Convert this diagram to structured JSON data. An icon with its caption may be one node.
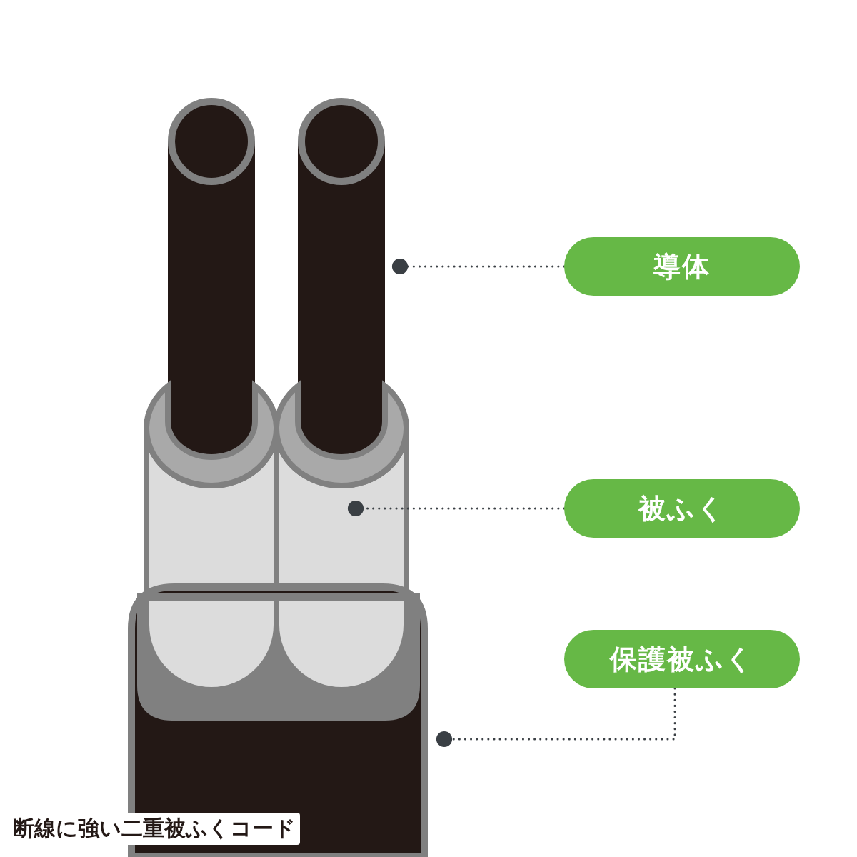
{
  "diagram": {
    "caption": "断線に強い二重被ふくコード",
    "nodes": [
      {
        "text": [
          "導体"
        ]
      },
      {
        "text": [
          "被ふく"
        ]
      },
      {
        "text": [
          "保護被ふく"
        ]
      },
      {
        "text": [],
        "shape": "picture"
      },
      {
        "text": [],
        "shape": "picture"
      },
      {
        "text": [],
        "shape": "picture"
      }
    ],
    "edges": [
      {
        "from": 0,
        "to": 3,
        "arrow": "other"
      },
      {
        "from": 1,
        "to": 4,
        "arrow": "other"
      },
      {
        "from": 2,
        "to": 5,
        "arrow": "other"
      }
    ]
  }
}
